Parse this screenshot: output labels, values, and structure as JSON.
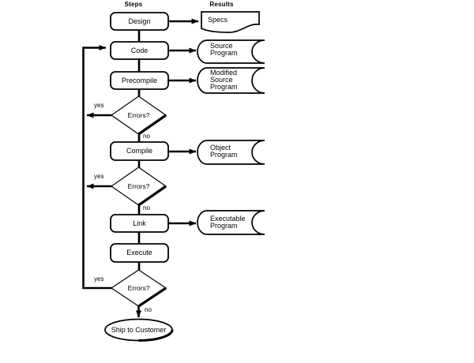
{
  "canvas": {
    "background": "#ffffff",
    "line_color": "#000000",
    "shape_fill": "#ffffff",
    "text_color": "#000000"
  },
  "headers": {
    "steps": "Steps",
    "results": "Results"
  },
  "steps": [
    {
      "id": "design",
      "type": "process",
      "label": "Design"
    },
    {
      "id": "code",
      "type": "process",
      "label": "Code"
    },
    {
      "id": "precompile",
      "type": "process",
      "label": "Precompile"
    },
    {
      "id": "errors-1",
      "type": "decision",
      "label": "Errors?"
    },
    {
      "id": "compile",
      "type": "process",
      "label": "Compile"
    },
    {
      "id": "errors-2",
      "type": "decision",
      "label": "Errors?"
    },
    {
      "id": "link",
      "type": "process",
      "label": "Link"
    },
    {
      "id": "execute",
      "type": "process",
      "label": "Execute"
    },
    {
      "id": "errors-3",
      "type": "decision",
      "label": "Errors?"
    },
    {
      "id": "ship",
      "type": "terminator",
      "label": "Ship to Customer"
    }
  ],
  "results": [
    {
      "id": "specs",
      "type": "document",
      "lines": [
        "Specs"
      ]
    },
    {
      "id": "source-program",
      "type": "stored-data",
      "lines": [
        "Source",
        "Program"
      ]
    },
    {
      "id": "modified-source-program",
      "type": "stored-data",
      "lines": [
        "Modified",
        "Source",
        "Program"
      ]
    },
    {
      "id": "object-program",
      "type": "stored-data",
      "lines": [
        "Object",
        "Program"
      ]
    },
    {
      "id": "executable-program",
      "type": "stored-data",
      "lines": [
        "Executable",
        "Program"
      ]
    }
  ],
  "edge_labels": {
    "yes": "yes",
    "no": "no"
  },
  "edges": [
    {
      "from": "design",
      "to": "code"
    },
    {
      "from": "code",
      "to": "precompile"
    },
    {
      "from": "precompile",
      "to": "errors-1"
    },
    {
      "from": "errors-1",
      "to": "feedback-line",
      "label": "yes"
    },
    {
      "from": "errors-1",
      "to": "compile",
      "label": "no"
    },
    {
      "from": "compile",
      "to": "errors-2"
    },
    {
      "from": "errors-2",
      "to": "feedback-line",
      "label": "yes"
    },
    {
      "from": "errors-2",
      "to": "link",
      "label": "no"
    },
    {
      "from": "link",
      "to": "execute"
    },
    {
      "from": "execute",
      "to": "errors-3"
    },
    {
      "from": "errors-3",
      "to": "code",
      "label": "yes"
    },
    {
      "from": "errors-3",
      "to": "ship",
      "label": "no"
    },
    {
      "from": "design",
      "to": "specs"
    },
    {
      "from": "code",
      "to": "source-program"
    },
    {
      "from": "precompile",
      "to": "modified-source-program"
    },
    {
      "from": "compile",
      "to": "object-program"
    },
    {
      "from": "link",
      "to": "executable-program"
    }
  ]
}
